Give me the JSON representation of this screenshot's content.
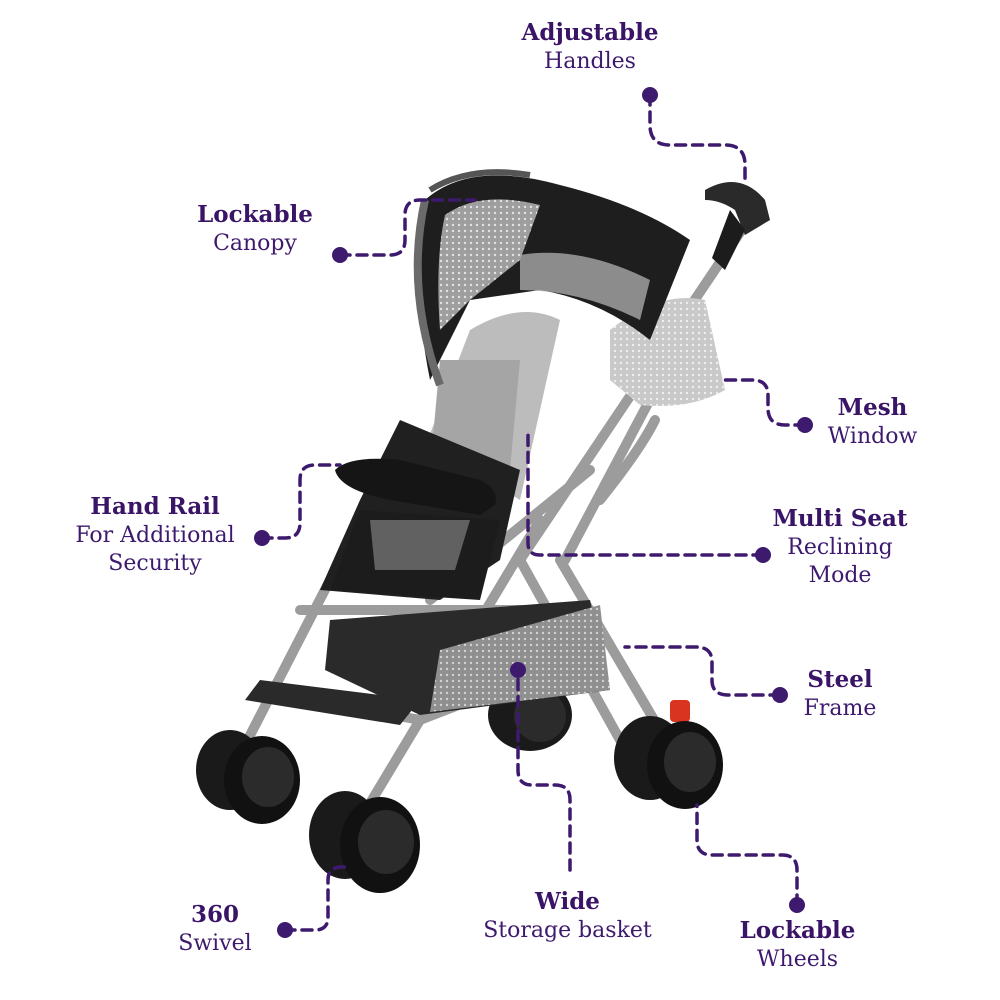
{
  "colors": {
    "accent": "#3d1a6e",
    "frame": "#9a9a9a",
    "fabric_dark": "#1e1e1e",
    "fabric_light": "#bdbdbd",
    "wheel": "#1a1a1a",
    "brake": "#d8341f"
  },
  "features": [
    {
      "id": "handles",
      "bold": "Adjustable",
      "regular": "Handles"
    },
    {
      "id": "canopy",
      "bold": "Lockable",
      "regular": "Canopy"
    },
    {
      "id": "mesh",
      "bold": "Mesh",
      "regular": "Window"
    },
    {
      "id": "handrail",
      "bold": "Hand Rail",
      "regular": "For Additional",
      "regular2": "Security"
    },
    {
      "id": "recline",
      "bold": "Multi Seat",
      "regular": "Reclining",
      "regular2": "Mode"
    },
    {
      "id": "frame",
      "bold": "Steel",
      "regular": "Frame"
    },
    {
      "id": "swivel",
      "bold": "360",
      "regular": "Swivel"
    },
    {
      "id": "basket",
      "bold": "Wide",
      "regular": "Storage basket"
    },
    {
      "id": "wheels",
      "bold": "Lockable",
      "regular": "Wheels"
    }
  ]
}
